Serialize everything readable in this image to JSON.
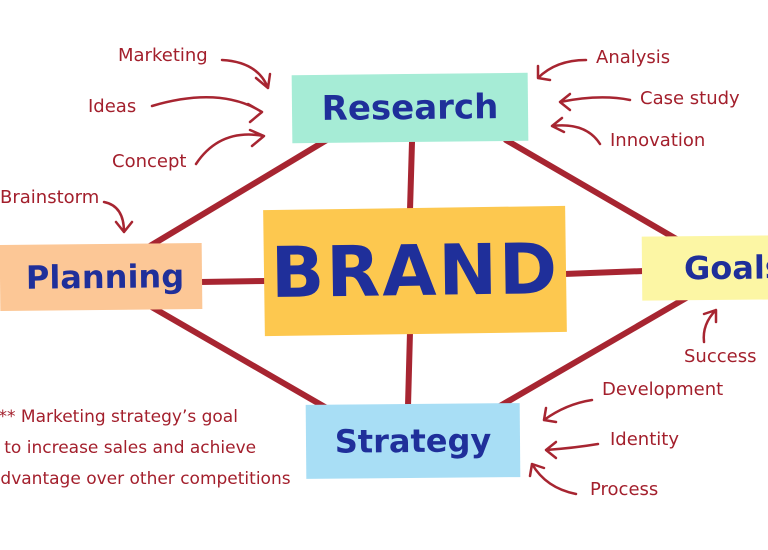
{
  "nodes": {
    "research": "Research",
    "brand": "BRAND",
    "planning": "Planning",
    "goals": "Goals",
    "strategy": "Strategy"
  },
  "annotations": {
    "marketing": "Marketing",
    "ideas": "Ideas",
    "concept": "Concept",
    "brainstorm": "Brainstorm",
    "analysis": "Analysis",
    "case_study": "Case study",
    "innovation": "Innovation",
    "success": "Success",
    "development": "Development",
    "identity": "Identity",
    "process": "Process"
  },
  "note": {
    "line1": "*** Marketing strategy’s goal",
    "line2": "s to increase sales and achieve",
    "line3": "advantage over other competitions"
  },
  "colors": {
    "connector": "#a72531",
    "annotation_text": "#a31f2c",
    "node_text": "#1f2f9a",
    "research_fill": "#a6ecd6",
    "brand_fill": "#fdc84f",
    "planning_fill": "#fcc796",
    "goals_fill": "#fcf6a4",
    "strategy_fill": "#a8def5"
  }
}
